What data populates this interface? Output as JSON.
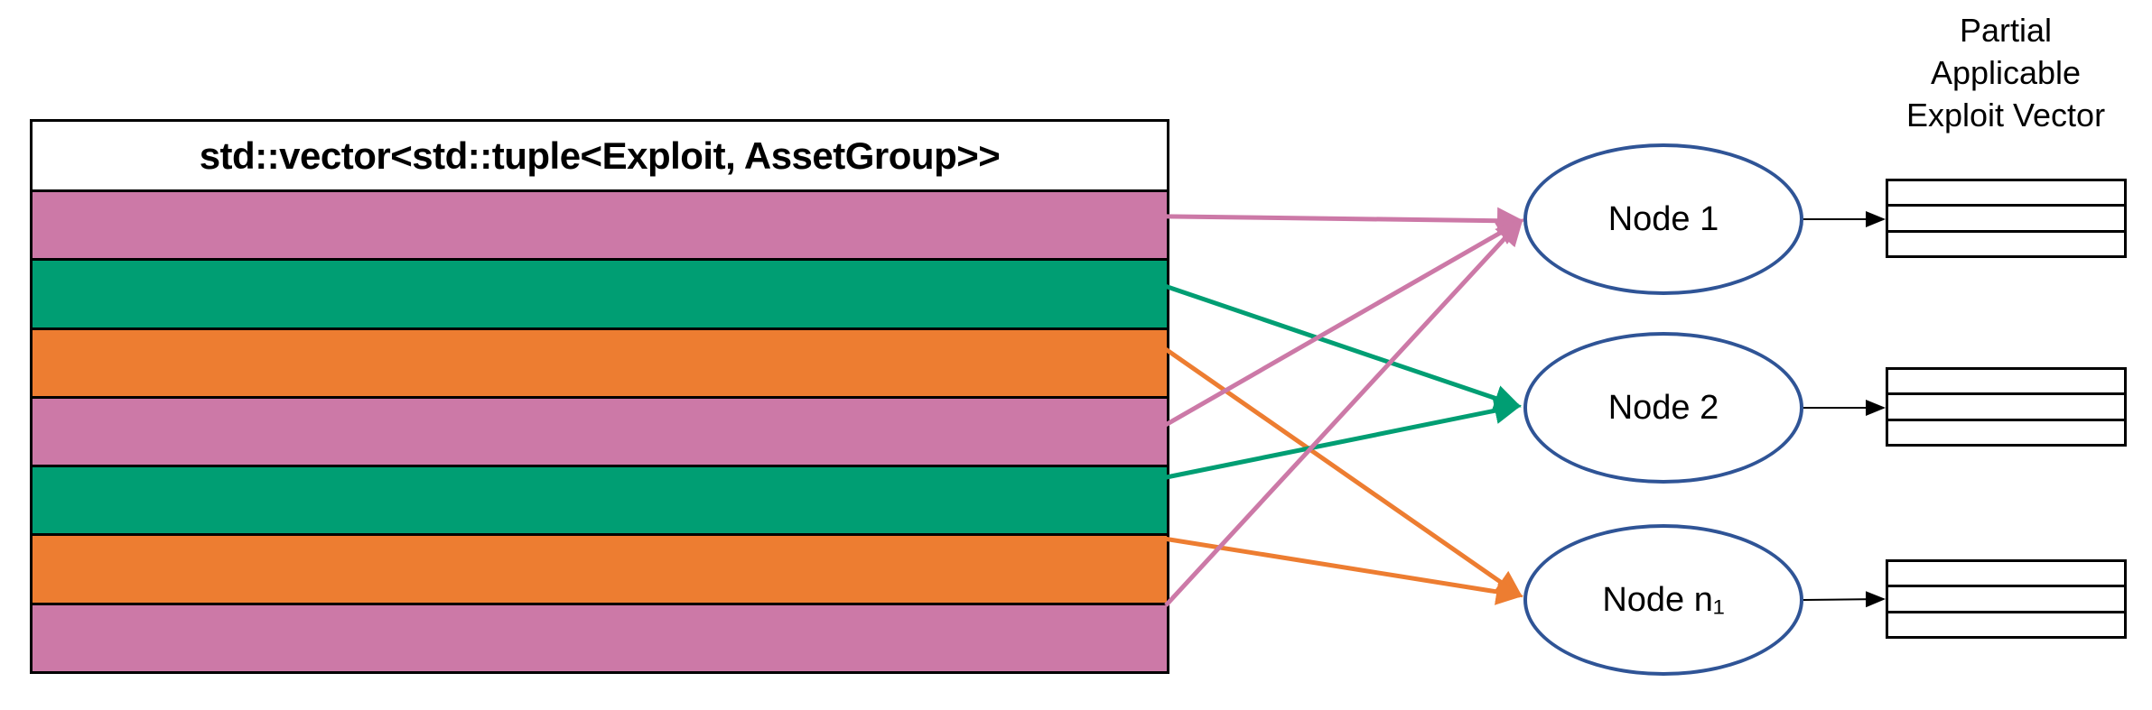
{
  "vector_table": {
    "header": "std::vector<std::tuple<Exploit, AssetGroup>>",
    "row_colors": [
      "pink",
      "green",
      "orange",
      "pink",
      "green",
      "orange",
      "pink"
    ]
  },
  "nodes": [
    {
      "label": "Node 1"
    },
    {
      "label": "Node 2"
    },
    {
      "label": "Node n₁"
    }
  ],
  "edges": [
    {
      "from_row": 0,
      "to_node": 0,
      "color": "pink"
    },
    {
      "from_row": 1,
      "to_node": 1,
      "color": "green"
    },
    {
      "from_row": 2,
      "to_node": 2,
      "color": "orange"
    },
    {
      "from_row": 3,
      "to_node": 0,
      "color": "pink"
    },
    {
      "from_row": 4,
      "to_node": 1,
      "color": "green"
    },
    {
      "from_row": 5,
      "to_node": 2,
      "color": "orange"
    },
    {
      "from_row": 6,
      "to_node": 0,
      "color": "pink"
    }
  ],
  "output_edges": [
    {
      "from_node": 0,
      "to_table": 0
    },
    {
      "from_node": 1,
      "to_table": 1
    },
    {
      "from_node": 2,
      "to_table": 2
    }
  ],
  "output_title_lines": [
    "Partial",
    "Applicable",
    "Exploit Vector"
  ],
  "output_tables": {
    "count": 3,
    "rows_per_table": 3
  },
  "colors": {
    "pink": "#CC79A7",
    "green": "#009E73",
    "orange": "#ED7D31",
    "node_border": "#2F5496",
    "line_black": "#000000"
  }
}
